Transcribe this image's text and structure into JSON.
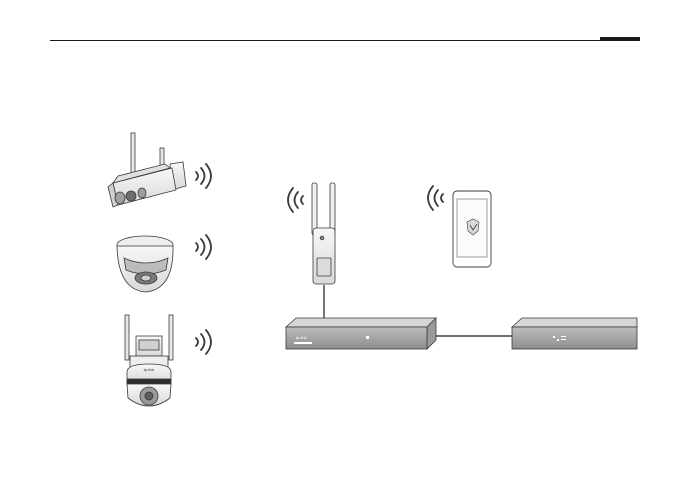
{
  "diagram": {
    "devices": {
      "bullet_camera": {
        "icon": "bullet-camera-icon",
        "wireless": true
      },
      "dome_camera": {
        "icon": "dome-camera-icon",
        "wireless": true
      },
      "ptz_camera": {
        "icon": "ptz-camera-icon",
        "wireless": true,
        "brand_label": "tp-link"
      },
      "access_point": {
        "icon": "access-point-icon",
        "wireless": true
      },
      "phone": {
        "icon": "phone-icon",
        "wireless": true
      },
      "poe_switch": {
        "icon": "switch-icon",
        "brand_label": "tp-link"
      },
      "nvr": {
        "icon": "nvr-icon"
      }
    },
    "links": [
      {
        "from": "access_point",
        "to": "poe_switch",
        "type": "wired"
      },
      {
        "from": "poe_switch",
        "to": "nvr",
        "type": "wired"
      }
    ],
    "colors": {
      "stroke": "#3a3a3a",
      "device_fill": "#f2f2f2",
      "device_shadow": "#c9c9c9",
      "line": "#1a1a1a"
    }
  }
}
